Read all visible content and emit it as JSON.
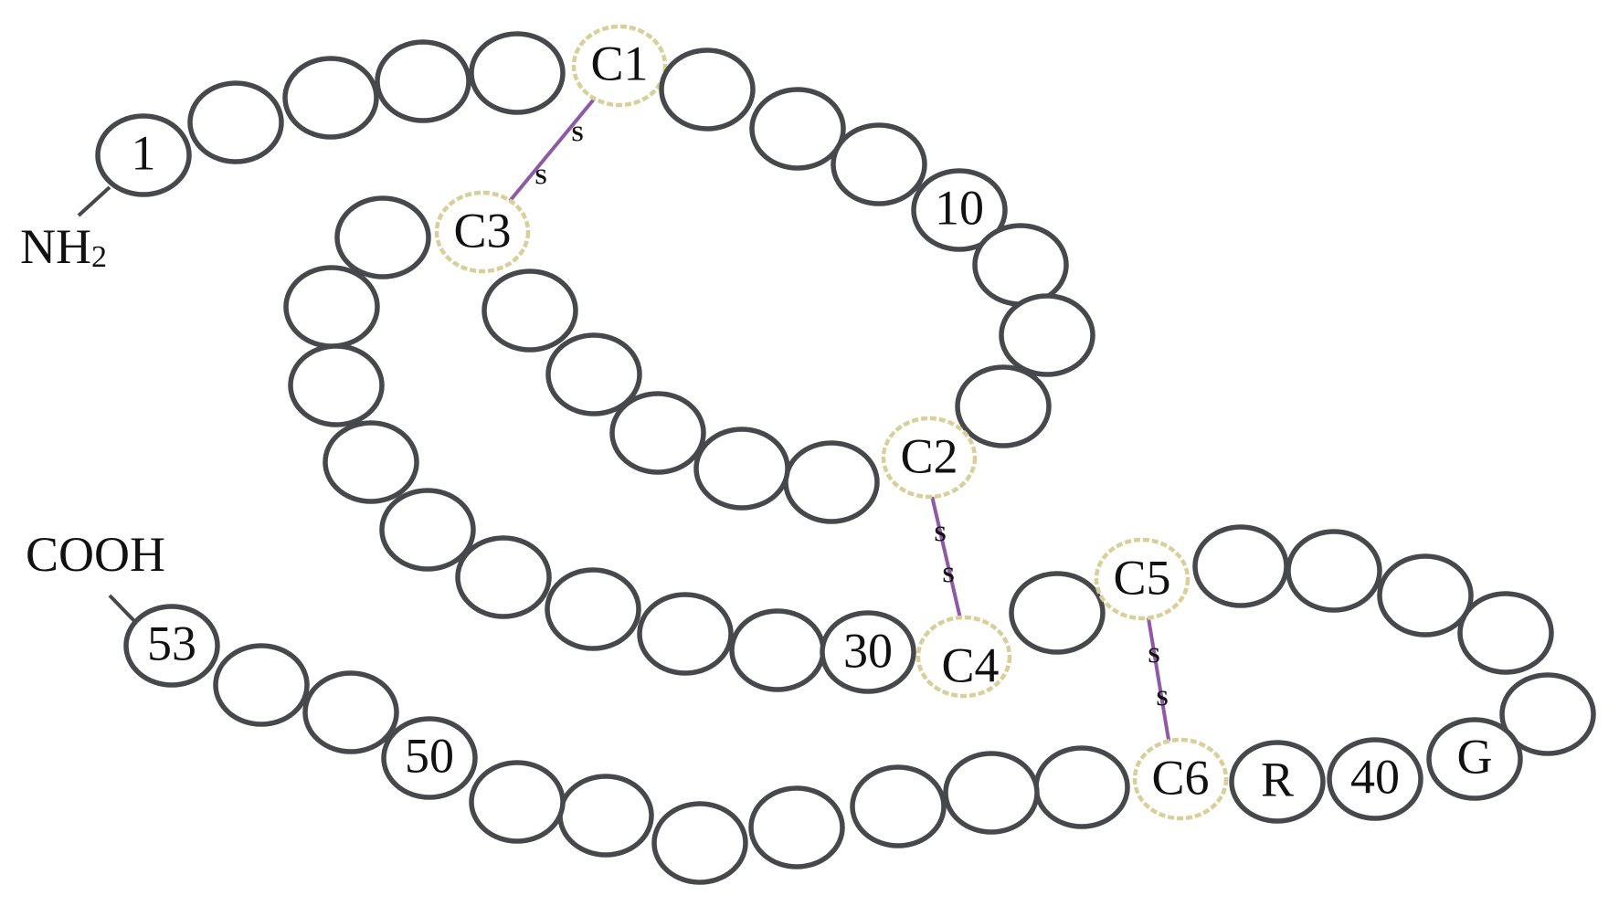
{
  "diagram": {
    "n_terminus": "NH",
    "n_terminus_subscript": "2",
    "c_terminus": "COOH",
    "disulfide_glyph": "S",
    "residue_labels": {
      "r1": "1",
      "r10": "10",
      "r30": "30",
      "r40": "40",
      "r50": "50",
      "r53": "53",
      "c1": "C1",
      "c2": "C2",
      "c3": "C3",
      "c4": "C4",
      "c5": "C5",
      "c6": "C6",
      "r": "R",
      "g": "G"
    },
    "disulfide_bonds": [
      {
        "from": "C1",
        "to": "C3"
      },
      {
        "from": "C2",
        "to": "C4"
      },
      {
        "from": "C5",
        "to": "C6"
      }
    ],
    "colors": {
      "bead_outline": "#46484c",
      "disulfide_bond": "#8e5aa6",
      "cysteine_outline": "#d8cf9a"
    }
  }
}
